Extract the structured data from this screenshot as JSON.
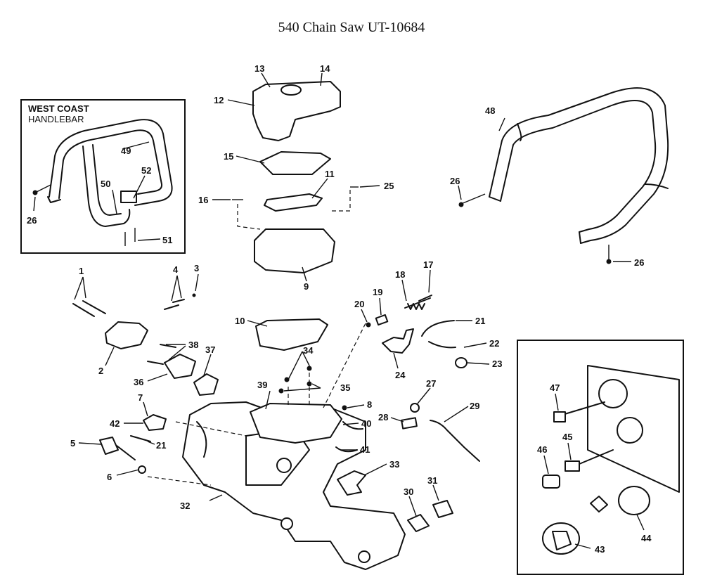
{
  "title": "540 Chain Saw UT-10684",
  "inset_west_coast": {
    "caption_line1": "WEST COAST",
    "caption_line2": "HANDLEBAR"
  },
  "callouts": {
    "c1": "1",
    "c2": "2",
    "c3": "3",
    "c4": "4",
    "c5": "5",
    "c6": "6",
    "c7": "7",
    "c8": "8",
    "c9": "9",
    "c10": "10",
    "c11": "11",
    "c12": "12",
    "c13": "13",
    "c14": "14",
    "c15": "15",
    "c16": "16",
    "c17": "17",
    "c18": "18",
    "c19": "19",
    "c20": "20",
    "c21a": "21",
    "c21b": "21",
    "c22": "22",
    "c23": "23",
    "c24": "24",
    "c25": "25",
    "c26a": "26",
    "c26b": "26",
    "c26c": "26",
    "c27": "27",
    "c28": "28",
    "c29": "29",
    "c30": "30",
    "c31": "31",
    "c32": "32",
    "c33": "33",
    "c34": "34",
    "c35": "35",
    "c36": "36",
    "c37": "37",
    "c38": "38",
    "c39": "39",
    "c40": "40",
    "c41": "41",
    "c42": "42",
    "c43": "43",
    "c44": "44",
    "c45": "45",
    "c46": "46",
    "c47": "47",
    "c48": "48",
    "c49": "49",
    "c50": "50",
    "c51": "51",
    "c52": "52"
  }
}
